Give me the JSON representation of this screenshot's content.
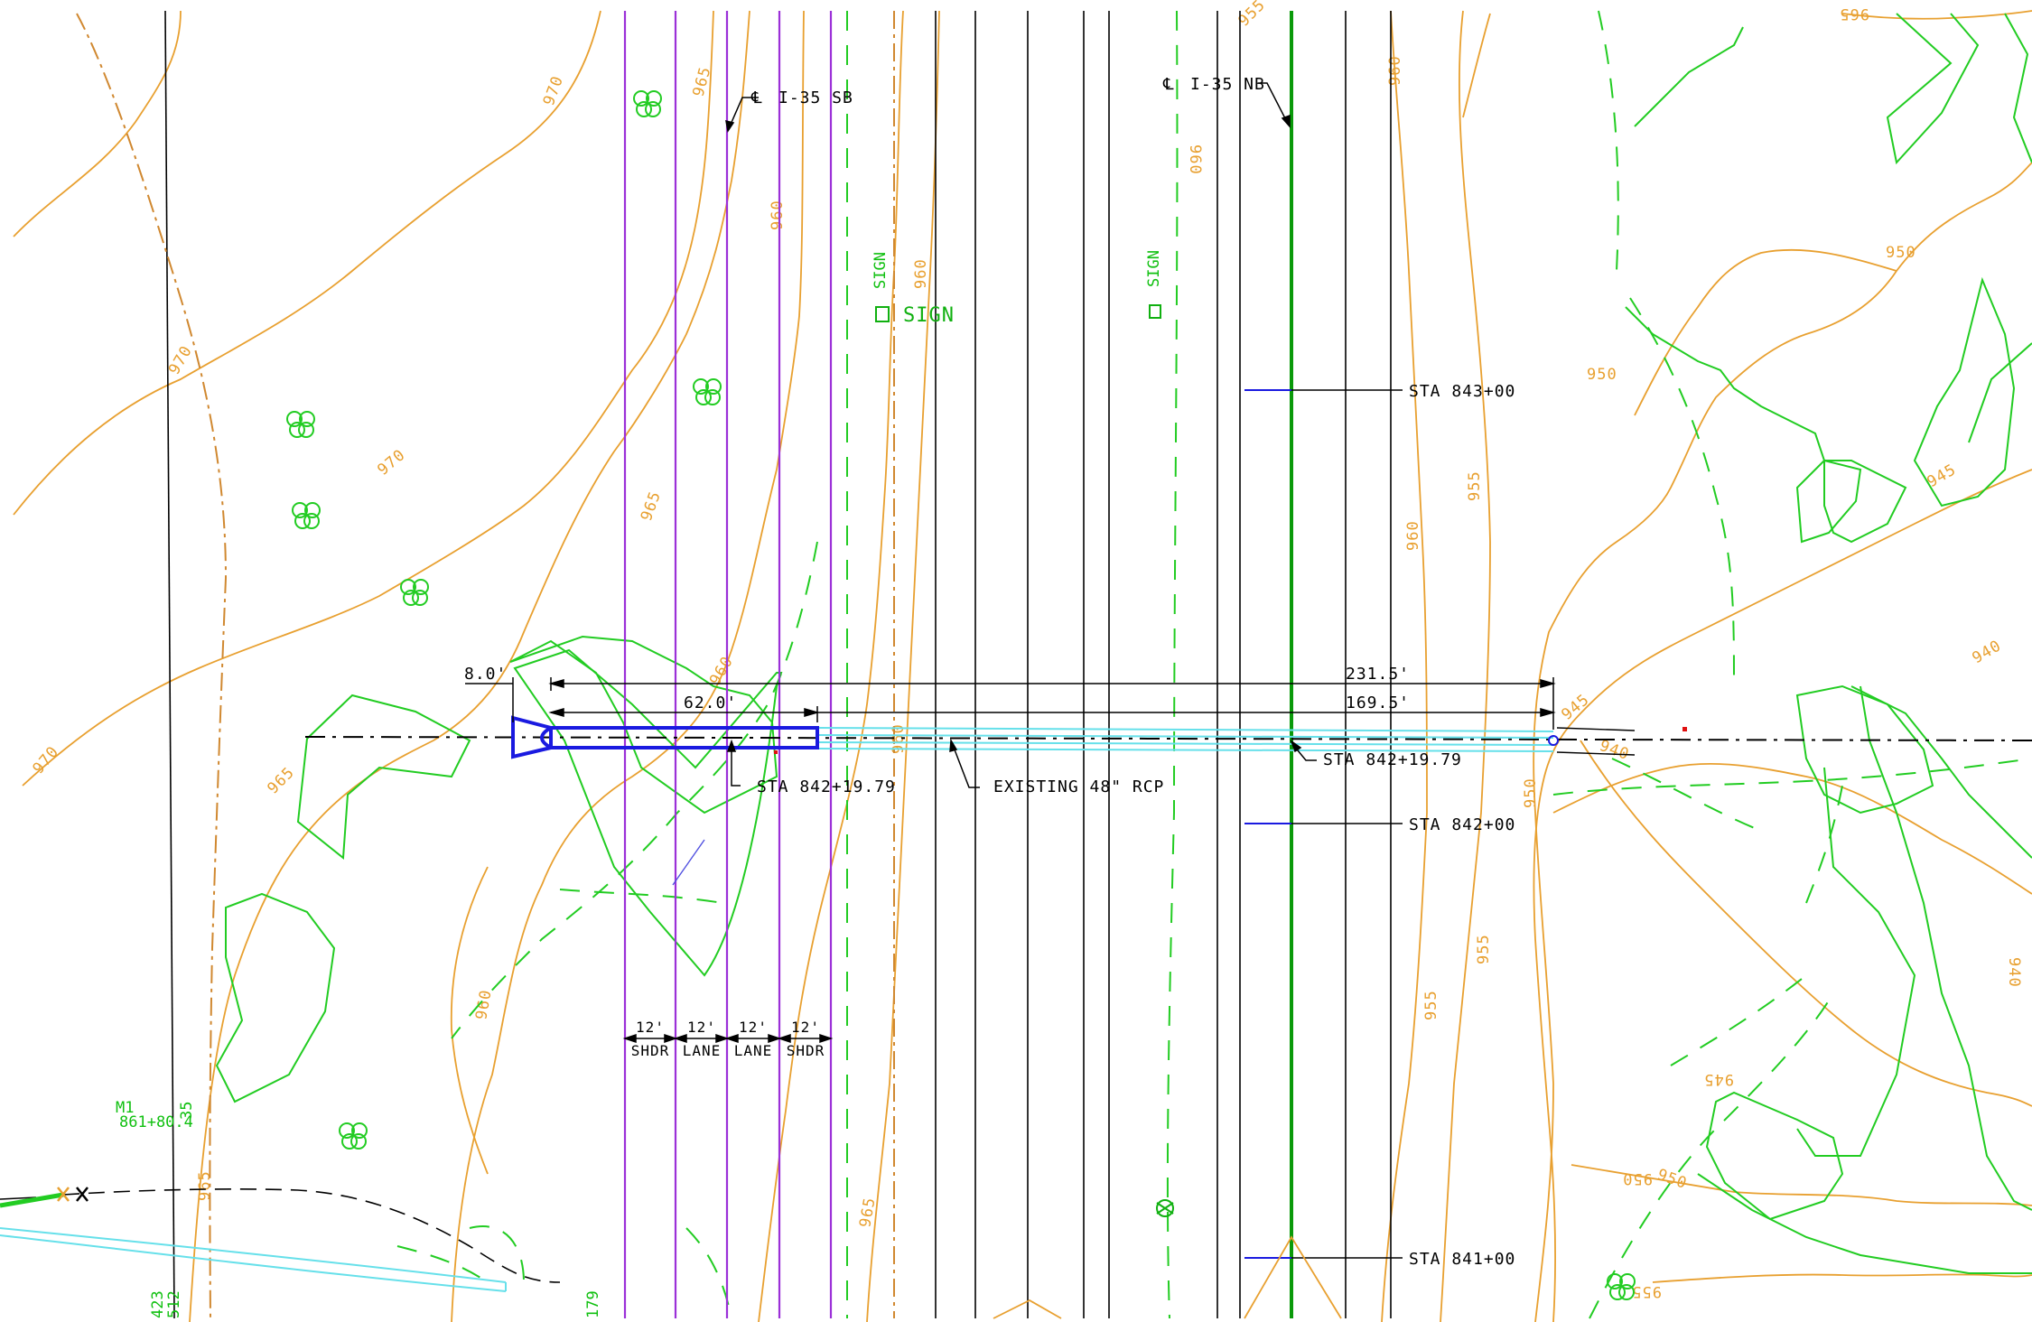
{
  "colors": {
    "background": "#ffffff",
    "contour": "#e8a030",
    "vegetation": "#22cc22",
    "lane_lines": "#9b30d8",
    "culvert_new": "#1a1ae0",
    "culvert_existing": "#66e0ea",
    "centerline_nb": "#0a9a0a",
    "linework": "#000000"
  },
  "centerlines": {
    "sb_label": "I-35 SB",
    "nb_label": "I-35 NB",
    "symbol": "℄"
  },
  "stations": {
    "sta_843": "STA 843+00",
    "sta_842": "STA 842+00",
    "sta_841": "STA 841+00",
    "culvert_inlet": "STA 842+19.79",
    "culvert_outlet": "STA 842+19.79"
  },
  "callouts": {
    "existing_pipe": "EXISTING 48\" RCP",
    "sign_label": "SIGN"
  },
  "dimensions": {
    "d_8": "8.0'",
    "d_62": "62.0'",
    "d_231": "231.5'",
    "d_169": "169.5'"
  },
  "lanes": [
    {
      "width": "12'",
      "type": "SHDR"
    },
    {
      "width": "12'",
      "type": "LANE"
    },
    {
      "width": "12'",
      "type": "LANE"
    },
    {
      "width": "12'",
      "type": "SHDR"
    }
  ],
  "contour_labels": [
    "970",
    "970",
    "970",
    "970",
    "965",
    "965",
    "965",
    "965",
    "960",
    "960",
    "960",
    "960",
    "960",
    "960",
    "960",
    "960",
    "955",
    "955",
    "955",
    "955",
    "950",
    "950",
    "950",
    "950",
    "945",
    "945",
    "945",
    "940",
    "940",
    "940",
    "950",
    "955",
    "965",
    "965"
  ],
  "misc_text": {
    "sign_vertical_1": "SIGN",
    "sign_vertical_2": "SIGN",
    "marker_a": "M1",
    "marker_b": "35",
    "marker_c": "861+80.4",
    "marker_d": "423",
    "marker_e": "512",
    "marker_f": "179"
  }
}
